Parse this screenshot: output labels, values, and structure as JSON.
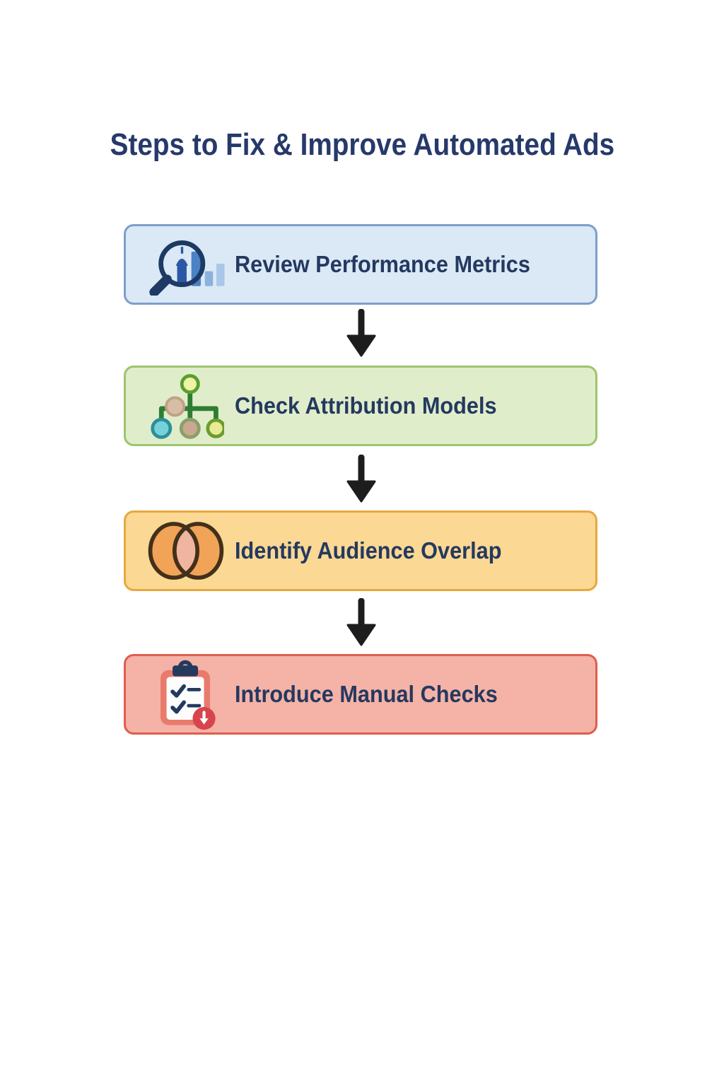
{
  "title": "Steps to Fix & Improve Automated Ads",
  "title_color": "#26396b",
  "label_color": "#24395f",
  "arrow_color": "#1d1d1d",
  "steps": [
    {
      "label": "Review Performance Metrics",
      "icon": "magnifier-bar-chart-icon",
      "bg_color": "#dbe8f6",
      "border_color": "#7d9fc9"
    },
    {
      "label": "Check Attribution Models",
      "icon": "attribution-tree-icon",
      "bg_color": "#e0edca",
      "border_color": "#9dc46e"
    },
    {
      "label": "Identify Audience Overlap",
      "icon": "venn-overlap-icon",
      "bg_color": "#fbd893",
      "border_color": "#e7a83f"
    },
    {
      "label": "Introduce Manual Checks",
      "icon": "clipboard-checklist-icon",
      "bg_color": "#f5b2a7",
      "border_color": "#e05d4e"
    }
  ]
}
